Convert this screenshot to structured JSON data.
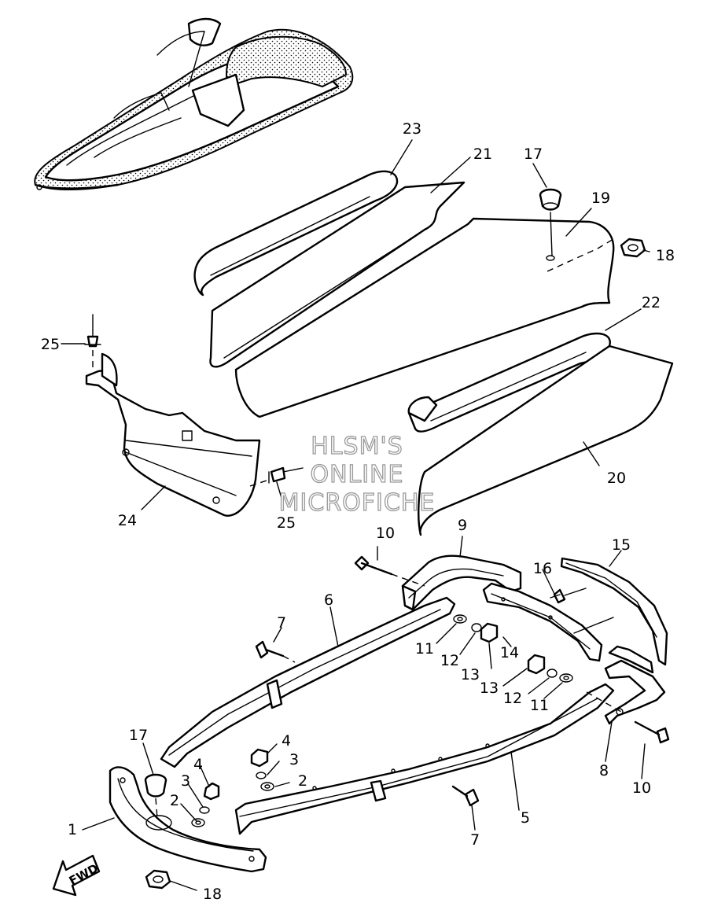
{
  "watermark": [
    "HLSM'S",
    "ONLINE",
    "MICROFICHE"
  ],
  "direction_label": "FWD",
  "callouts": [
    {
      "id": "c23",
      "text": "23"
    },
    {
      "id": "c21",
      "text": "21"
    },
    {
      "id": "c17a",
      "text": "17"
    },
    {
      "id": "c19",
      "text": "19"
    },
    {
      "id": "c18a",
      "text": "18"
    },
    {
      "id": "c22",
      "text": "22"
    },
    {
      "id": "c25a",
      "text": "25"
    },
    {
      "id": "c20",
      "text": "20"
    },
    {
      "id": "c24",
      "text": "24"
    },
    {
      "id": "c25b",
      "text": "25"
    },
    {
      "id": "c10a",
      "text": "10"
    },
    {
      "id": "c9",
      "text": "9"
    },
    {
      "id": "c15",
      "text": "15"
    },
    {
      "id": "c16",
      "text": "16"
    },
    {
      "id": "c6",
      "text": "6"
    },
    {
      "id": "c7a",
      "text": "7"
    },
    {
      "id": "c11a",
      "text": "11"
    },
    {
      "id": "c12a",
      "text": "12"
    },
    {
      "id": "c13a",
      "text": "13"
    },
    {
      "id": "c14",
      "text": "14"
    },
    {
      "id": "c13b",
      "text": "13"
    },
    {
      "id": "c12b",
      "text": "12"
    },
    {
      "id": "c11b",
      "text": "11"
    },
    {
      "id": "c17b",
      "text": "17"
    },
    {
      "id": "c4a",
      "text": "4"
    },
    {
      "id": "c3a",
      "text": "3"
    },
    {
      "id": "c2a",
      "text": "2"
    },
    {
      "id": "c4b",
      "text": "4"
    },
    {
      "id": "c3b",
      "text": "3"
    },
    {
      "id": "c2b",
      "text": "2"
    },
    {
      "id": "c8",
      "text": "8"
    },
    {
      "id": "c10b",
      "text": "10"
    },
    {
      "id": "c1",
      "text": "1"
    },
    {
      "id": "c5",
      "text": "5"
    },
    {
      "id": "c7b",
      "text": "7"
    },
    {
      "id": "c18b",
      "text": "18"
    }
  ]
}
